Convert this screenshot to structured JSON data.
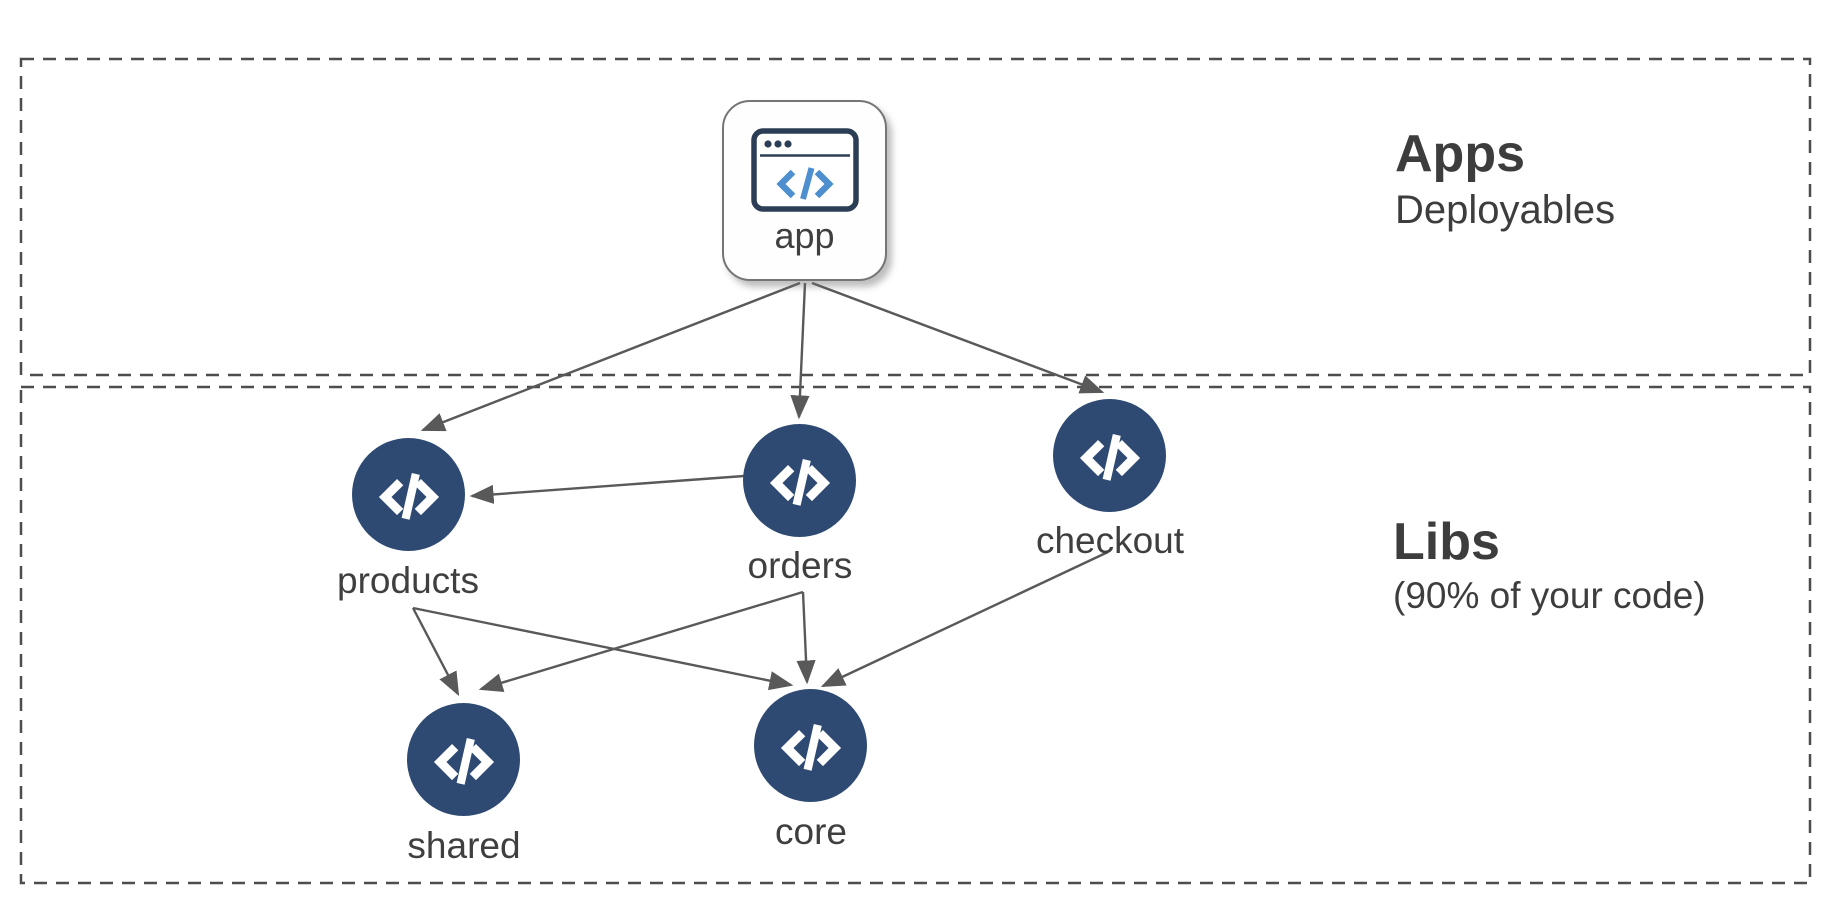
{
  "sections": {
    "apps": {
      "title": "Apps",
      "subtitle": "Deployables"
    },
    "libs": {
      "title": "Libs",
      "subtitle": "(90% of your code)"
    }
  },
  "nodes": {
    "app": {
      "label": "app",
      "type": "application",
      "icon": "browser-code-icon"
    },
    "products": {
      "label": "products",
      "type": "library",
      "icon": "code-circle-icon"
    },
    "orders": {
      "label": "orders",
      "type": "library",
      "icon": "code-circle-icon"
    },
    "checkout": {
      "label": "checkout",
      "type": "library",
      "icon": "code-circle-icon"
    },
    "shared": {
      "label": "shared",
      "type": "library",
      "icon": "code-circle-icon"
    },
    "core": {
      "label": "core",
      "type": "library",
      "icon": "code-circle-icon"
    }
  },
  "edges": [
    {
      "from": "app",
      "to": "products"
    },
    {
      "from": "app",
      "to": "orders"
    },
    {
      "from": "app",
      "to": "checkout"
    },
    {
      "from": "orders",
      "to": "products"
    },
    {
      "from": "products",
      "to": "shared"
    },
    {
      "from": "products",
      "to": "core"
    },
    {
      "from": "orders",
      "to": "shared"
    },
    {
      "from": "orders",
      "to": "core"
    },
    {
      "from": "checkout",
      "to": "core"
    }
  ],
  "colors": {
    "lib_node_fill": "#2e4a72",
    "app_icon_navy": "#2c3e55",
    "app_icon_blue": "#4e8fd0",
    "arrow": "#595959",
    "dashed_border": "#4d4d4d",
    "text": "#3f3f3f"
  }
}
